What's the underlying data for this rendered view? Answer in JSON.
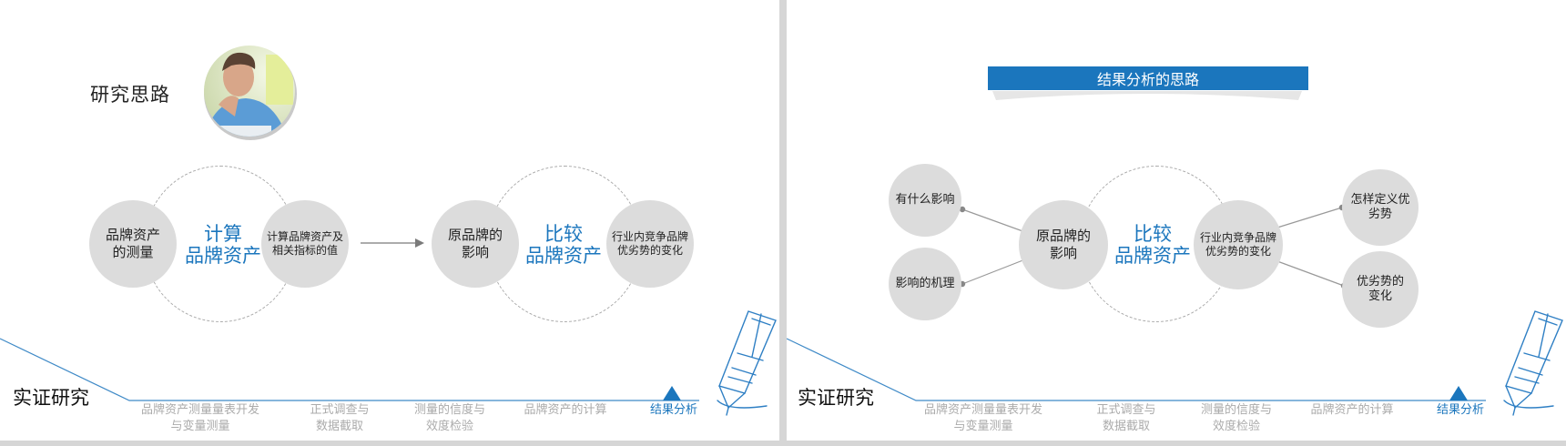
{
  "left_slide": {
    "title": "研究思路",
    "group1": {
      "left_circle": "品牌资产\n的测量",
      "center_text": "计算\n品牌资产",
      "right_circle": "计算品牌资产及\n相关指标的值"
    },
    "group2": {
      "left_circle": "原品牌的\n影响",
      "center_text": "比较\n品牌资产",
      "right_circle": "行业内竞争品牌\n优劣势的变化"
    }
  },
  "right_slide": {
    "banner": "结果分析的思路",
    "center": {
      "left_circle": "原品牌的\n影响",
      "center_text": "比较\n品牌资产",
      "right_circle": "行业内竞争品牌\n优劣势的变化"
    },
    "satellites": {
      "top_left": "有什么影响",
      "bottom_left": "影响的机理",
      "top_right": "怎样定义优\n劣势",
      "bottom_right": "优劣势的\n变化"
    }
  },
  "footer": {
    "section_label": "实证研究",
    "nav": [
      {
        "label": "品牌资产测量量表开发\n与变量测量",
        "active": false
      },
      {
        "label": "正式调查与\n数据截取",
        "active": false
      },
      {
        "label": "测量的信度与\n效度检验",
        "active": false
      },
      {
        "label": "品牌资产的计算",
        "active": false
      },
      {
        "label": "结果分析",
        "active": true
      }
    ]
  },
  "colors": {
    "accent": "#1b76bd",
    "circle": "#dcdcdc",
    "muted": "#ababab"
  }
}
